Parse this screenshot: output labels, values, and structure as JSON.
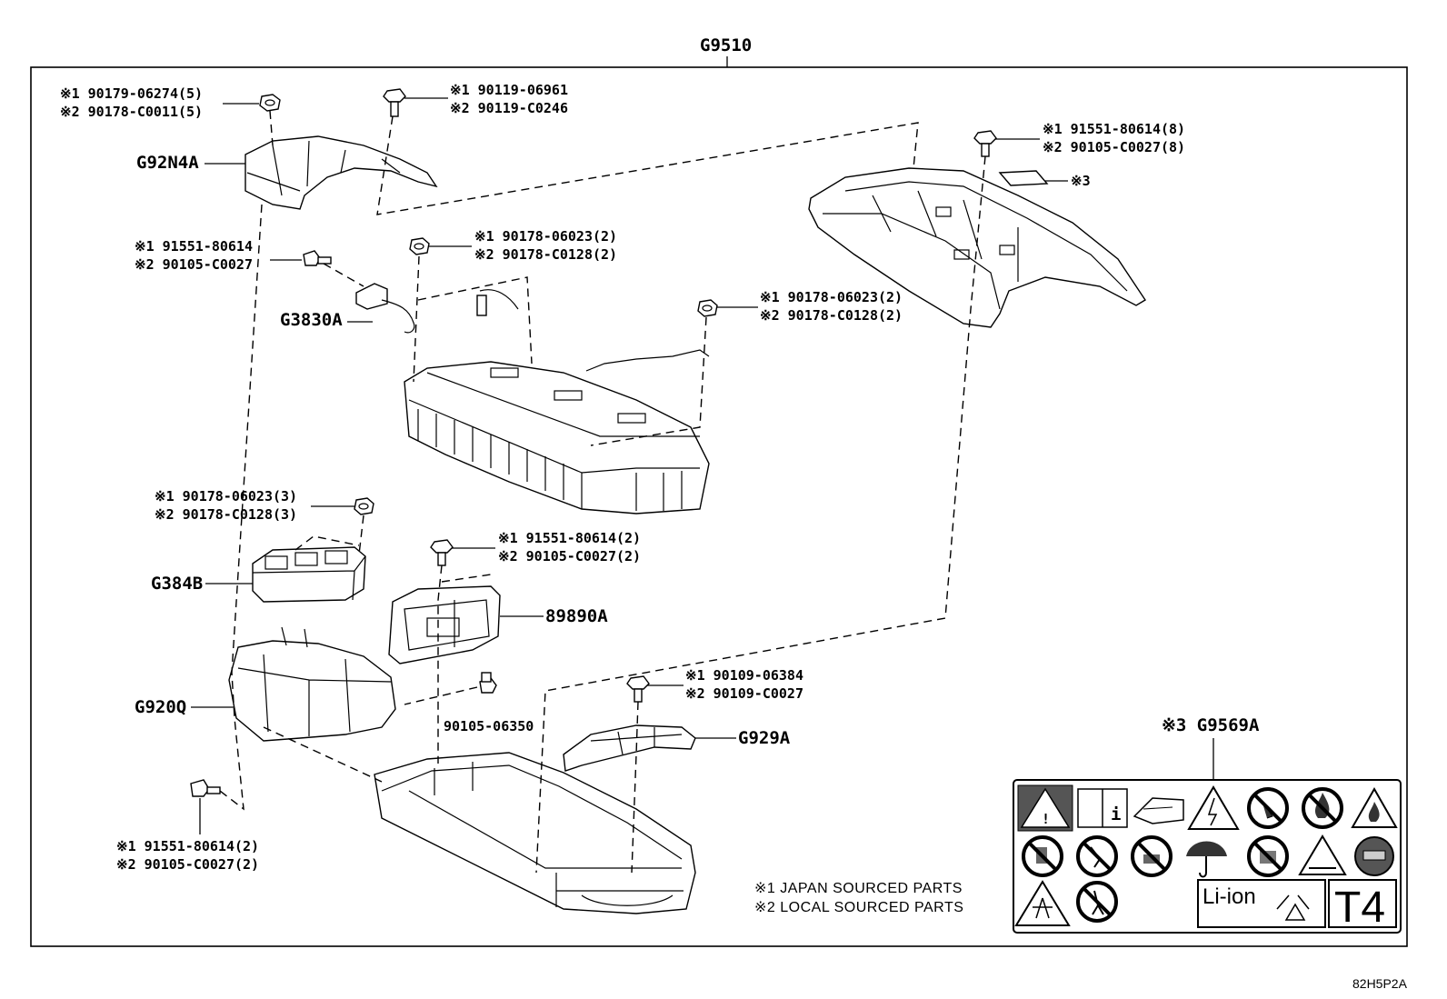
{
  "diagram": {
    "title": "G9510",
    "ref_code": "82H5P2A",
    "callouts": {
      "c1": {
        "l1": "※1 90179-06274(5)",
        "l2": "※2 90178-C0011(5)"
      },
      "c2": {
        "l1": "※1 90119-06961",
        "l2": "※2 90119-C0246"
      },
      "c3": {
        "l1": "※1 91551-80614(8)",
        "l2": "※2 90105-C0027(8)"
      },
      "c4": {
        "l1": "※1 91551-80614",
        "l2": "※2 90105-C0027"
      },
      "c5": {
        "l1": "※1 90178-06023(2)",
        "l2": "※2 90178-C0128(2)"
      },
      "c6": {
        "l1": "※1 90178-06023(2)",
        "l2": "※2 90178-C0128(2)"
      },
      "c7": {
        "l1": "※1 90178-06023(3)",
        "l2": "※2 90178-C0128(3)"
      },
      "c8": {
        "l1": "※1 91551-80614(2)",
        "l2": "※2 90105-C0027(2)"
      },
      "c9": {
        "l1": "※1 90109-06384",
        "l2": "※2 90109-C0027"
      },
      "c10": {
        "l1": "※1 91551-80614(2)",
        "l2": "※2 90105-C0027(2)"
      },
      "c11": {
        "l1": "90105-06350"
      },
      "c12": {
        "l1": "※3"
      }
    },
    "parts": {
      "g92n4a": "G92N4A",
      "g3830a": "G3830A",
      "g384b": "G384B",
      "p89890a": "89890A",
      "g920q": "G920Q",
      "g929a": "G929A",
      "g9569a": "※3 G9569A"
    },
    "legend": {
      "japan": "※1 JAPAN SOURCED PARTS",
      "local": "※2 LOCAL SOURCED PARTS"
    },
    "label_panel": {
      "liion": "Li-ion",
      "t4": "T4"
    }
  }
}
